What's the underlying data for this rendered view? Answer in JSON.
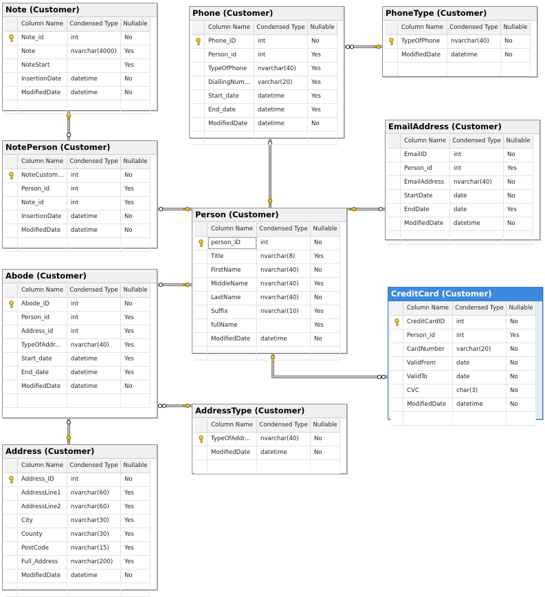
{
  "colors": {
    "key_icon": "#e8c21a",
    "selected_title": "#3c8ae0",
    "line": "#222222"
  },
  "columns_header": [
    "Column Name",
    "Condensed Type",
    "Nullable"
  ],
  "tables": {
    "note": {
      "title": "Note (Customer)",
      "rows": [
        {
          "name": "Note_id",
          "type": "int",
          "nullable": "No",
          "pk": true
        },
        {
          "name": "Note",
          "type": "nvarchar(4000)",
          "nullable": "Yes"
        },
        {
          "name": "NoteStart",
          "type": "",
          "nullable": "Yes"
        },
        {
          "name": "InsertionDate",
          "type": "datetime",
          "nullable": "No"
        },
        {
          "name": "ModifiedDate",
          "type": "datetime",
          "nullable": "No"
        }
      ]
    },
    "phone": {
      "title": "Phone (Customer)",
      "rows": [
        {
          "name": "Phone_ID",
          "type": "int",
          "nullable": "No",
          "pk": true
        },
        {
          "name": "Person_id",
          "type": "int",
          "nullable": "Yes"
        },
        {
          "name": "TypeOfPhone",
          "type": "nvarchar(40)",
          "nullable": "Yes"
        },
        {
          "name": "DiallingNum...",
          "type": "varchar(20)",
          "nullable": "Yes"
        },
        {
          "name": "Start_date",
          "type": "datetime",
          "nullable": "Yes"
        },
        {
          "name": "End_date",
          "type": "datetime",
          "nullable": "Yes"
        },
        {
          "name": "ModifiedDate",
          "type": "datetime",
          "nullable": "No"
        }
      ]
    },
    "phonetype": {
      "title": "PhoneType (Customer)",
      "rows": [
        {
          "name": "TypeOfPhone",
          "type": "nvarchar(40)",
          "nullable": "No",
          "pk": true
        },
        {
          "name": "ModifiedDate",
          "type": "datetime",
          "nullable": "No"
        }
      ]
    },
    "emailaddress": {
      "title": "EmailAddress (Customer)",
      "rows": [
        {
          "name": "EmailID",
          "type": "int",
          "nullable": "No"
        },
        {
          "name": "Person_id",
          "type": "int",
          "nullable": "Yes"
        },
        {
          "name": "EmailAddress",
          "type": "nvarchar(40)",
          "nullable": "No"
        },
        {
          "name": "StartDate",
          "type": "date",
          "nullable": "No"
        },
        {
          "name": "EndDate",
          "type": "date",
          "nullable": "Yes"
        },
        {
          "name": "ModifiedDate",
          "type": "datetime",
          "nullable": "No"
        }
      ]
    },
    "noteperson": {
      "title": "NotePerson (Customer)",
      "rows": [
        {
          "name": "NoteCustom...",
          "type": "int",
          "nullable": "No",
          "pk": true
        },
        {
          "name": "Person_id",
          "type": "int",
          "nullable": "Yes"
        },
        {
          "name": "Note_id",
          "type": "int",
          "nullable": "Yes"
        },
        {
          "name": "InsertionDate",
          "type": "datetime",
          "nullable": "No"
        },
        {
          "name": "ModifiedDate",
          "type": "datetime",
          "nullable": "No"
        }
      ]
    },
    "person": {
      "title": "Person (Customer)",
      "rows": [
        {
          "name": "person_ID",
          "type": "int",
          "nullable": "No",
          "pk": true,
          "focus": true
        },
        {
          "name": "Title",
          "type": "nvarchar(8)",
          "nullable": "Yes"
        },
        {
          "name": "FirstName",
          "type": "nvarchar(40)",
          "nullable": "No"
        },
        {
          "name": "MiddleName",
          "type": "nvarchar(40)",
          "nullable": "Yes"
        },
        {
          "name": "LastName",
          "type": "nvarchar(40)",
          "nullable": "No"
        },
        {
          "name": "Suffix",
          "type": "nvarchar(10)",
          "nullable": "Yes"
        },
        {
          "name": "fullName",
          "type": "",
          "nullable": "Yes"
        },
        {
          "name": "ModifiedDate",
          "type": "datetime",
          "nullable": "No"
        }
      ]
    },
    "abode": {
      "title": "Abode (Customer)",
      "rows": [
        {
          "name": "Abode_ID",
          "type": "int",
          "nullable": "No",
          "pk": true
        },
        {
          "name": "Person_id",
          "type": "int",
          "nullable": "Yes"
        },
        {
          "name": "Address_id",
          "type": "int",
          "nullable": "Yes"
        },
        {
          "name": "TypeOfAddr...",
          "type": "nvarchar(40)",
          "nullable": "Yes"
        },
        {
          "name": "Start_date",
          "type": "datetime",
          "nullable": "Yes"
        },
        {
          "name": "End_date",
          "type": "datetime",
          "nullable": "Yes"
        },
        {
          "name": "ModifiedDate",
          "type": "datetime",
          "nullable": "No"
        }
      ]
    },
    "creditcard": {
      "title": "CreditCard (Customer)",
      "rows": [
        {
          "name": "CreditCardID",
          "type": "int",
          "nullable": "No",
          "pk": true
        },
        {
          "name": "Person_id",
          "type": "int",
          "nullable": "Yes"
        },
        {
          "name": "CardNumber",
          "type": "varchar(20)",
          "nullable": "No"
        },
        {
          "name": "ValidFrom",
          "type": "date",
          "nullable": "No"
        },
        {
          "name": "ValidTo",
          "type": "date",
          "nullable": "No"
        },
        {
          "name": "CVC",
          "type": "char(3)",
          "nullable": "No"
        },
        {
          "name": "ModifiedDate",
          "type": "datetime",
          "nullable": "No"
        }
      ]
    },
    "addresstype": {
      "title": "AddressType (Customer)",
      "rows": [
        {
          "name": "TypeOfAddr...",
          "type": "nvarchar(40)",
          "nullable": "No",
          "pk": true
        },
        {
          "name": "ModifiedDate",
          "type": "datetime",
          "nullable": "No"
        }
      ]
    },
    "address": {
      "title": "Address (Customer)",
      "rows": [
        {
          "name": "Address_ID",
          "type": "int",
          "nullable": "No",
          "pk": true
        },
        {
          "name": "AddressLine1",
          "type": "nvarchar(60)",
          "nullable": "Yes"
        },
        {
          "name": "AddressLine2",
          "type": "nvarchar(60)",
          "nullable": "Yes"
        },
        {
          "name": "City",
          "type": "nvarchar(30)",
          "nullable": "Yes"
        },
        {
          "name": "County",
          "type": "nvarchar(30)",
          "nullable": "Yes"
        },
        {
          "name": "PostCode",
          "type": "nvarchar(15)",
          "nullable": "Yes"
        },
        {
          "name": "Full_Address",
          "type": "nvarchar(200)",
          "nullable": "Yes"
        },
        {
          "name": "ModifiedDate",
          "type": "datetime",
          "nullable": "No"
        }
      ]
    }
  }
}
